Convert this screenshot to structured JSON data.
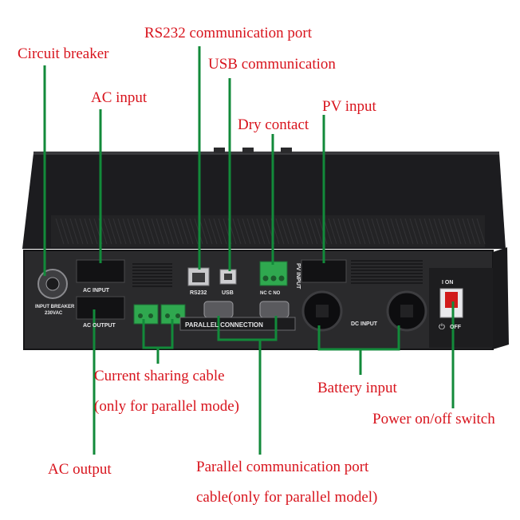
{
  "callouts": {
    "rs232": "RS232 communication port",
    "circuit_breaker": "Circuit breaker",
    "usb": "USB communication",
    "ac_input": "AC input",
    "pv_input": "PV input",
    "dry_contact": "Dry contact",
    "current_sharing_1": "Current sharing cable",
    "current_sharing_2": "(only for parallel mode)",
    "battery_input": "Battery input",
    "power_switch": "Power on/off switch",
    "ac_output": "AC output",
    "parallel_comm_1": "Parallel communication port",
    "parallel_comm_2": "cable(only for parallel model)"
  },
  "panel_labels": {
    "ac_input": "AC INPUT",
    "ac_output": "AC OUTPUT",
    "input_breaker": "INPUT BREAKER",
    "breaker_rating": "230VAC",
    "rs232": "RS232",
    "usb": "USB",
    "dry_contact_pins": "NC  C  NO",
    "pv_input": "PV INPUT",
    "parallel_connection": "PARALLEL CONNECTION",
    "dc_input": "DC   INPUT",
    "switch_on": "I  ON",
    "switch_off": "OFF"
  },
  "colors": {
    "label_red": "#d8141d",
    "leader_green": "#128a3a",
    "chassis": "#1b1b1d",
    "panel": "#2b2b2d",
    "terminal_green": "#2fa84f"
  }
}
